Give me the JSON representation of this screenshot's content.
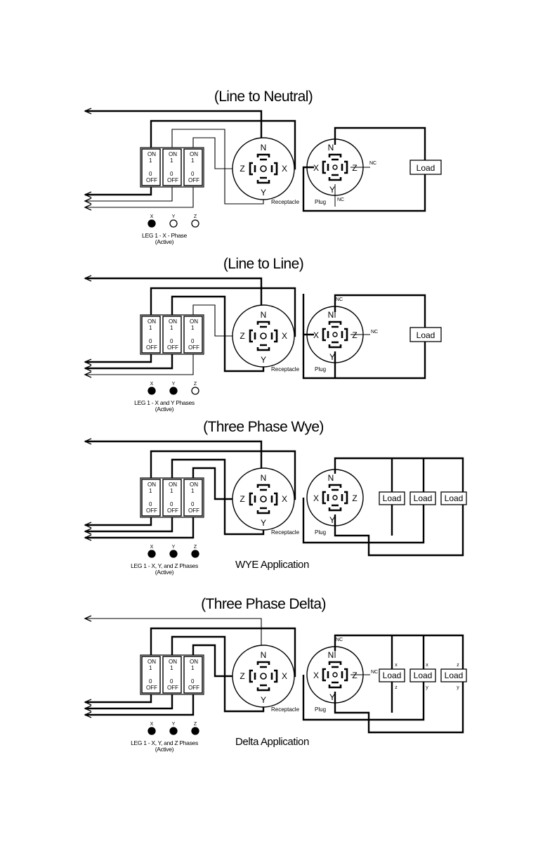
{
  "sections": [
    {
      "title": "(Line to Neutral)",
      "legend": [
        "LEG 1 - X - Phase",
        "(Active)"
      ],
      "caption": "",
      "active": [
        true,
        false,
        false
      ],
      "plug_nc_top": false,
      "plug_nc_bottom": true,
      "receptacle_label": "Receptacle",
      "plug_label": "Plug",
      "loads": [
        "Load"
      ]
    },
    {
      "title": "(Line to Line)",
      "legend": [
        "LEG 1 - X and Y Phases",
        "(Active)"
      ],
      "caption": "",
      "active": [
        true,
        true,
        false
      ],
      "plug_nc_top": true,
      "plug_nc_bottom": false,
      "receptacle_label": "Receptacle",
      "plug_label": "Plug",
      "loads": [
        "Load"
      ]
    },
    {
      "title": "(Three Phase Wye)",
      "legend": [
        "LEG 1 - X, Y, and Z Phases",
        "(Active)"
      ],
      "caption": "WYE Application",
      "active": [
        true,
        true,
        true
      ],
      "plug_nc_top": false,
      "plug_nc_bottom": false,
      "receptacle_label": "Receptacle",
      "plug_label": "Plug",
      "loads": [
        "Load",
        "Load",
        "Load"
      ]
    },
    {
      "title": "(Three Phase Delta)",
      "legend": [
        "LEG 1 - X, Y, and Z Phases",
        "(Active)"
      ],
      "caption": "Delta Application",
      "active": [
        true,
        true,
        true
      ],
      "plug_nc_top": true,
      "plug_nc_bottom": false,
      "receptacle_label": "Receptacle",
      "plug_label": "Plug",
      "loads": [
        "Load",
        "Load",
        "Load"
      ],
      "load_top_marks": [
        "x",
        "x",
        "z"
      ],
      "load_bottom_marks": [
        "z",
        "y",
        "y"
      ]
    }
  ],
  "breaker": {
    "on_label": "ON",
    "on_value": "1",
    "off_value": "0",
    "off_label": "OFF"
  },
  "phase_letters": [
    "X",
    "Y",
    "Z"
  ],
  "pins": {
    "n": "N",
    "x": "X",
    "y": "Y",
    "z": "Z"
  },
  "nc_label": "NC"
}
